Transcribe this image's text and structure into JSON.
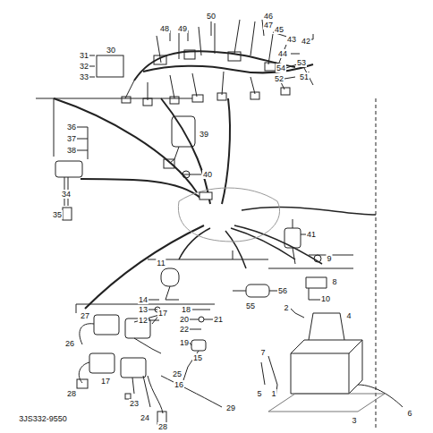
{
  "diagram": {
    "labels": [
      "48",
      "49",
      "50",
      "46",
      "47",
      "45",
      "43",
      "42",
      "44",
      "54",
      "53",
      "51",
      "52",
      "31",
      "32",
      "30",
      "33",
      "36",
      "37",
      "38",
      "34",
      "35",
      "39",
      "40",
      "41",
      "9",
      "8",
      "10",
      "11",
      "14",
      "13",
      "12",
      "56",
      "55",
      "18",
      "21",
      "20",
      "22",
      "19",
      "15",
      "16",
      "17",
      "17",
      "27",
      "26",
      "28",
      "23",
      "24",
      "25",
      "29",
      "28",
      "2",
      "4",
      "7",
      "5",
      "1",
      "3",
      "6",
      "3JS332-9550"
    ]
  }
}
